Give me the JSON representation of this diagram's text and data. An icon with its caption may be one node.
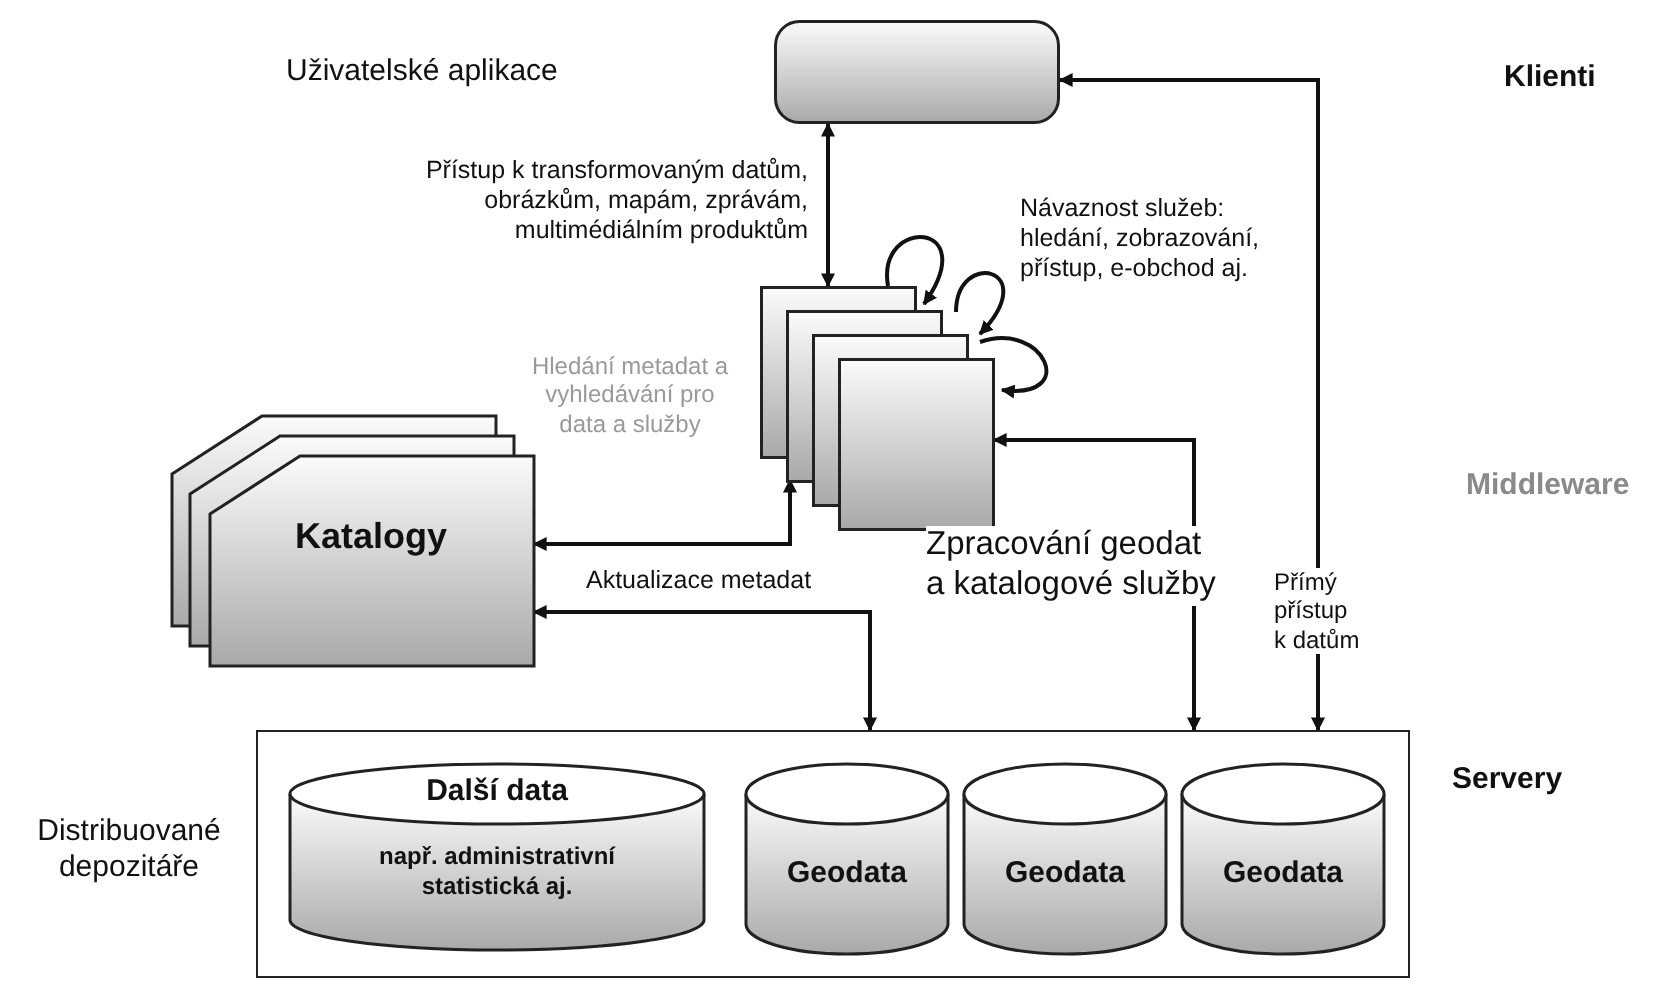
{
  "diagram": {
    "nodes": [
      {
        "text": [],
        "shape": "box"
      },
      {
        "text": [
          "Zpracování geodat a katalogové služby"
        ]
      },
      {
        "text": [
          "Katalogy"
        ]
      },
      {
        "text": [
          "Distribuované depozitáře"
        ]
      },
      {
        "text": [
          "Další data",
          "např. administrativní statistická aj."
        ],
        "in": 3
      },
      {
        "text": [
          "Geodata"
        ],
        "in": 3
      },
      {
        "text": [
          "Geodata"
        ],
        "in": 3
      },
      {
        "text": [
          "Geodata"
        ],
        "in": 3
      }
    ],
    "edges": [
      {
        "from": 0,
        "to": 1,
        "arrow": "both",
        "label": "Přístup k transformovaným datům, obrázkům, mapám, zprávám, multimédiálním produktům"
      },
      {
        "from": 1,
        "to": 2,
        "arrow": "both",
        "label": "Hledání metadat a vyhledávání pro data a služby"
      },
      {
        "from": 3,
        "to": 2,
        "arrow": "both",
        "label": "Aktualizace metadat"
      },
      {
        "from": 3,
        "to": 1,
        "arrow": "both"
      },
      {
        "from": 3,
        "to": 0,
        "arrow": "both",
        "label": "Přímý přístup k datům"
      },
      {
        "from": 1,
        "to": 1,
        "arrow": "to"
      },
      {
        "from": 1,
        "to": 1,
        "arrow": "to"
      },
      {
        "from": 1,
        "to": 1,
        "arrow": "to"
      }
    ],
    "labels": [
      "Uživatelské aplikace",
      "Klienti",
      "Návaznost služeb: hledání, zobrazování, přístup, e-obchod aj.",
      "Middleware",
      "Servery"
    ]
  }
}
